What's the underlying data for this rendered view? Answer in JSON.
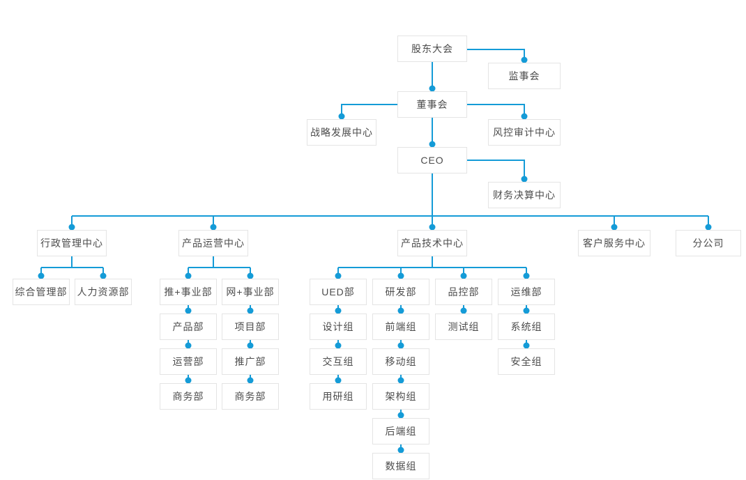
{
  "colors": {
    "line": "#149bd7",
    "dot": "#149bd7",
    "node_border": "#e4e4e4",
    "node_text": "#4c4c4c",
    "background": "#ffffff"
  },
  "diagram": {
    "type": "org-chart",
    "nodes": {
      "gudonghui": "股东大会",
      "jianshihui": "监事会",
      "dongshihui": "董事会",
      "zhanlvefazhan": "战略发展中心",
      "fengkongshenji": "风控审计中心",
      "ceo": "CEO",
      "caiwujuesuan": "财务决算中心",
      "xingzhengguanli": "行政管理中心",
      "chanpinyunying": "产品运营中心",
      "chanpinjishu": "产品技术中心",
      "kefufuwu": "客户服务中心",
      "fengongsi": "分公司",
      "zonghe": "综合管理部",
      "renli": "人力资源部",
      "tuishiyebu": "推+事业部",
      "wangshiyebu": "网+事业部",
      "chanpinbu": "产品部",
      "yunyingbu": "运营部",
      "shangwubu_tui": "商务部",
      "xiangmubu": "项目部",
      "tuiguangbu": "推广部",
      "shangwubu_wang": "商务部",
      "uedbu": "UED部",
      "shejizu": "设计组",
      "jiaohuzu": "交互组",
      "yongyanzu": "用研组",
      "yanfabu": "研发部",
      "qianduanzu": "前端组",
      "yidongzu": "移动组",
      "jiagouzu": "架构组",
      "houduanzu": "后端组",
      "shujuzu": "数据组",
      "pinkongbu": "品控部",
      "ceshizu": "测试组",
      "yunweibu": "运维部",
      "xitongzu": "系统组",
      "anquanzu": "安全组"
    },
    "edges": [
      [
        "gudonghui",
        "jianshihui"
      ],
      [
        "gudonghui",
        "dongshihui"
      ],
      [
        "dongshihui",
        "zhanlvefazhan"
      ],
      [
        "dongshihui",
        "fengkongshenji"
      ],
      [
        "dongshihui",
        "ceo"
      ],
      [
        "ceo",
        "caiwujuesuan"
      ],
      [
        "ceo",
        "xingzhengguanli"
      ],
      [
        "ceo",
        "chanpinyunying"
      ],
      [
        "ceo",
        "chanpinjishu"
      ],
      [
        "ceo",
        "kefufuwu"
      ],
      [
        "ceo",
        "fengongsi"
      ],
      [
        "xingzhengguanli",
        "zonghe"
      ],
      [
        "xingzhengguanli",
        "renli"
      ],
      [
        "chanpinyunying",
        "tuishiyebu"
      ],
      [
        "chanpinyunying",
        "wangshiyebu"
      ],
      [
        "tuishiyebu",
        "chanpinbu"
      ],
      [
        "chanpinbu",
        "yunyingbu"
      ],
      [
        "yunyingbu",
        "shangwubu_tui"
      ],
      [
        "wangshiyebu",
        "xiangmubu"
      ],
      [
        "xiangmubu",
        "tuiguangbu"
      ],
      [
        "tuiguangbu",
        "shangwubu_wang"
      ],
      [
        "chanpinjishu",
        "uedbu"
      ],
      [
        "chanpinjishu",
        "yanfabu"
      ],
      [
        "chanpinjishu",
        "pinkongbu"
      ],
      [
        "chanpinjishu",
        "yunweibu"
      ],
      [
        "uedbu",
        "shejizu"
      ],
      [
        "shejizu",
        "jiaohuzu"
      ],
      [
        "jiaohuzu",
        "yongyanzu"
      ],
      [
        "yanfabu",
        "qianduanzu"
      ],
      [
        "qianduanzu",
        "yidongzu"
      ],
      [
        "yidongzu",
        "jiagouzu"
      ],
      [
        "jiagouzu",
        "houduanzu"
      ],
      [
        "houduanzu",
        "shujuzu"
      ],
      [
        "pinkongbu",
        "ceshizu"
      ],
      [
        "yunweibu",
        "xitongzu"
      ],
      [
        "xitongzu",
        "anquanzu"
      ]
    ]
  }
}
